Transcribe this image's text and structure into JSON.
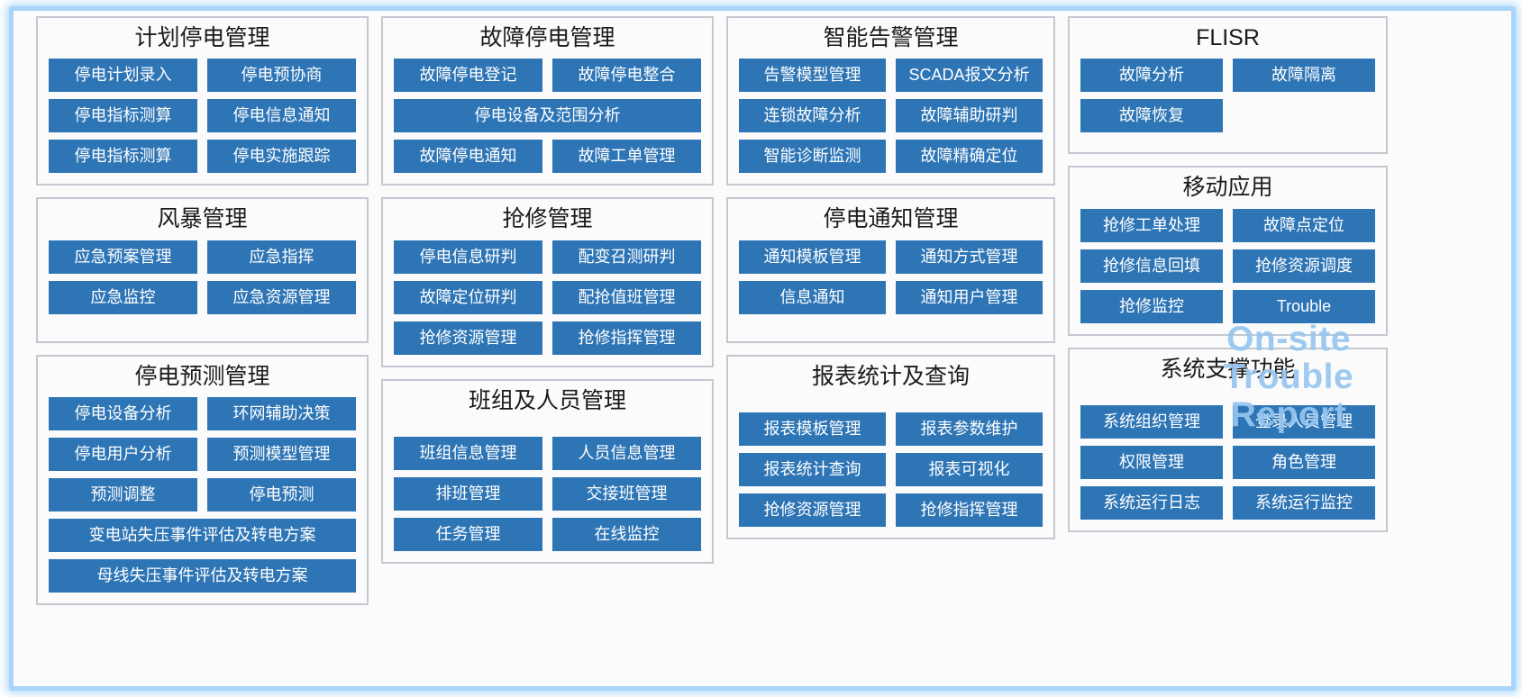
{
  "theme": {
    "button_color": "#2e75b6",
    "panel_border": "#c3c8d1",
    "canvas_background": "#fbfbfb",
    "frame_glow": "#a9d5fa",
    "watermark_color": "#96c6f0"
  },
  "watermark": {
    "line1": "On-site",
    "line2": "Trouble",
    "line3": "Report"
  },
  "columns": [
    {
      "panels": [
        {
          "title": "计划停电管理",
          "rows": [
            [
              "停电计划录入",
              "停电预协商"
            ],
            [
              "停电指标测算",
              "停电信息通知"
            ],
            [
              "停电指标测算",
              "停电实施跟踪"
            ]
          ]
        },
        {
          "title": "风暴管理",
          "rows": [
            [
              "应急预案管理",
              "应急指挥"
            ],
            [
              "应急监控",
              "应急资源管理"
            ]
          ]
        },
        {
          "title": "停电预测管理",
          "rows": [
            [
              "停电设备分析",
              "环网辅助决策"
            ],
            [
              "停电用户分析",
              "预测模型管理"
            ],
            [
              "预测调整",
              "停电预测"
            ],
            [
              "变电站失压事件评估及转电方案"
            ],
            [
              "母线失压事件评估及转电方案"
            ]
          ]
        }
      ]
    },
    {
      "panels": [
        {
          "title": "故障停电管理",
          "rows": [
            [
              "故障停电登记",
              "故障停电整合"
            ],
            [
              "停电设备及范围分析"
            ],
            [
              "故障停电通知",
              "故障工单管理"
            ]
          ]
        },
        {
          "title": "抢修管理",
          "rows": [
            [
              "停电信息研判",
              "配变召测研判"
            ],
            [
              "故障定位研判",
              "配抢值班管理"
            ],
            [
              "抢修资源管理",
              "抢修指挥管理"
            ]
          ]
        },
        {
          "title": "班组及人员管理",
          "rows": [
            [
              "班组信息管理",
              "人员信息管理"
            ],
            [
              "排班管理",
              "交接班管理"
            ],
            [
              "任务管理",
              "在线监控"
            ]
          ]
        }
      ]
    },
    {
      "panels": [
        {
          "title": "智能告警管理",
          "rows": [
            [
              "告警模型管理",
              "SCADA报文分析"
            ],
            [
              "连锁故障分析",
              "故障辅助研判"
            ],
            [
              "智能诊断监测",
              "故障精确定位"
            ]
          ]
        },
        {
          "title": "停电通知管理",
          "rows": [
            [
              "通知模板管理",
              "通知方式管理"
            ],
            [
              "信息通知",
              "通知用户管理"
            ]
          ]
        },
        {
          "title": "报表统计及查询",
          "rows": [
            [
              "报表模板管理",
              "报表参数维护"
            ],
            [
              "报表统计查询",
              "报表可视化"
            ],
            [
              "抢修资源管理",
              "抢修指挥管理"
            ]
          ]
        }
      ]
    },
    {
      "panels": [
        {
          "title": "FLISR",
          "rows": [
            [
              "故障分析",
              "故障隔离"
            ],
            [
              "故障恢复",
              ""
            ]
          ]
        },
        {
          "title": "移动应用",
          "rows": [
            [
              "抢修工单处理",
              "故障点定位"
            ],
            [
              "抢修信息回填",
              "抢修资源调度"
            ],
            [
              "抢修监控",
              "Trouble"
            ]
          ]
        },
        {
          "title": "系统支撑功能",
          "rows": [
            [
              "系统组织管理",
              "登录人员管理"
            ],
            [
              "权限管理",
              "角色管理"
            ],
            [
              "系统运行日志",
              "系统运行监控"
            ]
          ]
        }
      ]
    }
  ]
}
